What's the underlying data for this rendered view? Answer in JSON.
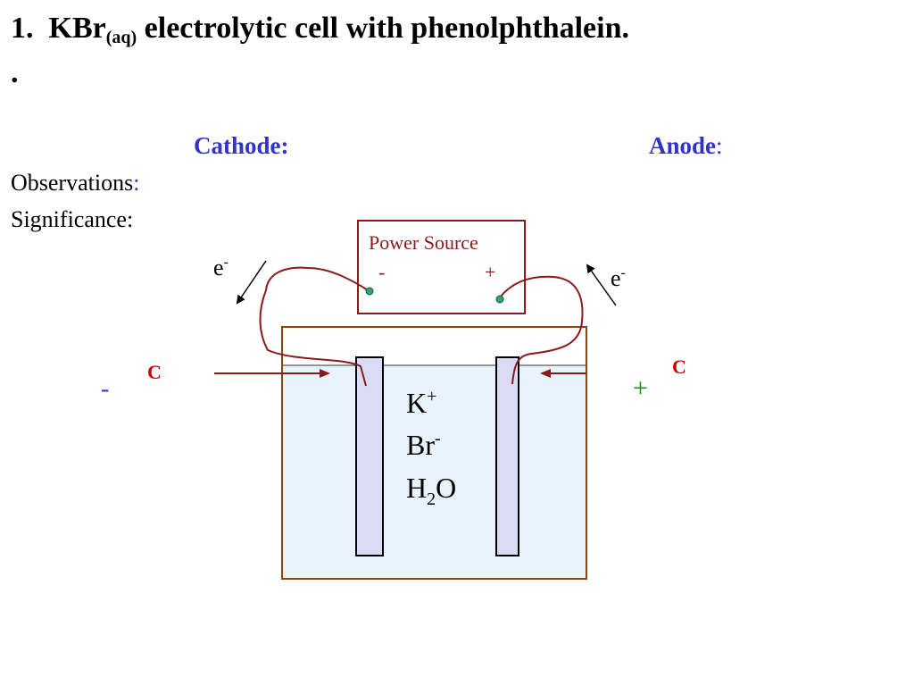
{
  "title": {
    "number": "1.",
    "compound": "KBr",
    "state": "(aq)",
    "rest": "electrolytic cell with phenolphthalein."
  },
  "title_dot": ".",
  "headers": {
    "cathode": "Cathode:",
    "anode": "Anode",
    "anode_colon": ":"
  },
  "labels": {
    "observations": "Observations",
    "observations_colon": ":",
    "significance": "Significance:"
  },
  "diagram": {
    "power_source": "Power Source",
    "neg_terminal": "-",
    "pos_terminal": "+",
    "electron": "e",
    "electron_charge": "-",
    "left_electrode": "C",
    "right_electrode": "C",
    "left_polarity": "-",
    "right_polarity": "+",
    "ion1": "K",
    "ion1_charge": "+",
    "ion2": "Br",
    "ion2_charge": "-",
    "water_h": "H",
    "water_sub": "2",
    "water_o": "O"
  },
  "colors": {
    "title": "#000000",
    "header_blue": "#3333cc",
    "wire": "#8b1a1a",
    "beaker_border": "#8b4513",
    "solution": "#e8f4fc",
    "electrode_fill": "#d8dcf4",
    "terminal": "#2fa37a",
    "plus_green": "#1a8a1a"
  }
}
